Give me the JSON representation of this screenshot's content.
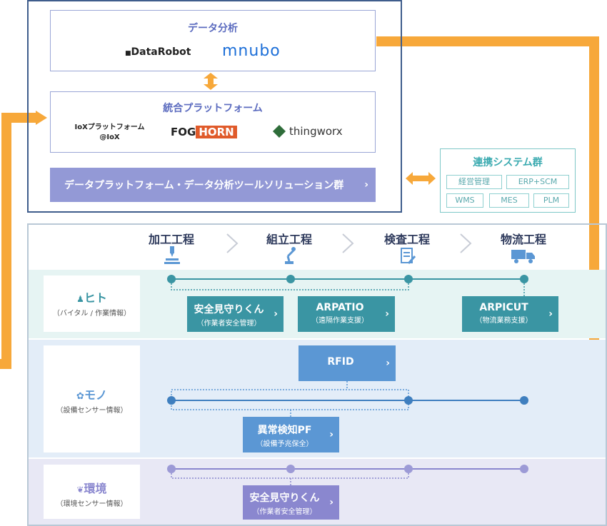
{
  "top": {
    "analysis": {
      "title": "データ分析",
      "logos": [
        "DataRobot",
        "mnubo"
      ]
    },
    "platform": {
      "title": "統合プラットフォーム",
      "logo1_line1": "IoXプラットフォーム",
      "logo1_line2": "@IoX",
      "logos": [
        "FOGHORN",
        "thingworx"
      ]
    },
    "solution_bar": "データプラットフォーム・データ分析ツールソリューション群"
  },
  "renkei": {
    "title": "連携システム群",
    "items": [
      "経営管理",
      "ERP+SCM",
      "WMS",
      "MES",
      "PLM"
    ]
  },
  "processes": [
    "加工工程",
    "組立工程",
    "検査工程",
    "物流工程"
  ],
  "rows": {
    "hito": {
      "label": "ヒト",
      "sub": "（バイタル / 作業情報）"
    },
    "mono": {
      "label": "モノ",
      "sub": "（設備センサー情報）"
    },
    "kankyo": {
      "label": "環境",
      "sub": "（環境センサー情報）"
    }
  },
  "solutions": {
    "hito1": {
      "main": "安全見守りくん",
      "sub": "（作業者安全管理）"
    },
    "hito2": {
      "main": "ARPATIO",
      "sub": "（遠隔作業支援）"
    },
    "hito3": {
      "main": "ARPICUT",
      "sub": "（物流業務支援）"
    },
    "mono1": {
      "main": "RFID"
    },
    "mono2": {
      "main": "異常検知PF",
      "sub": "（設備予兆保全）"
    },
    "kankyo1": {
      "main": "安全見守りくん",
      "sub": "（作業者安全管理）"
    }
  },
  "colors": {
    "orange": "#f7a83a",
    "teal": "#3a95a3",
    "blue": "#5b97d4",
    "purple": "#8a87cf"
  }
}
